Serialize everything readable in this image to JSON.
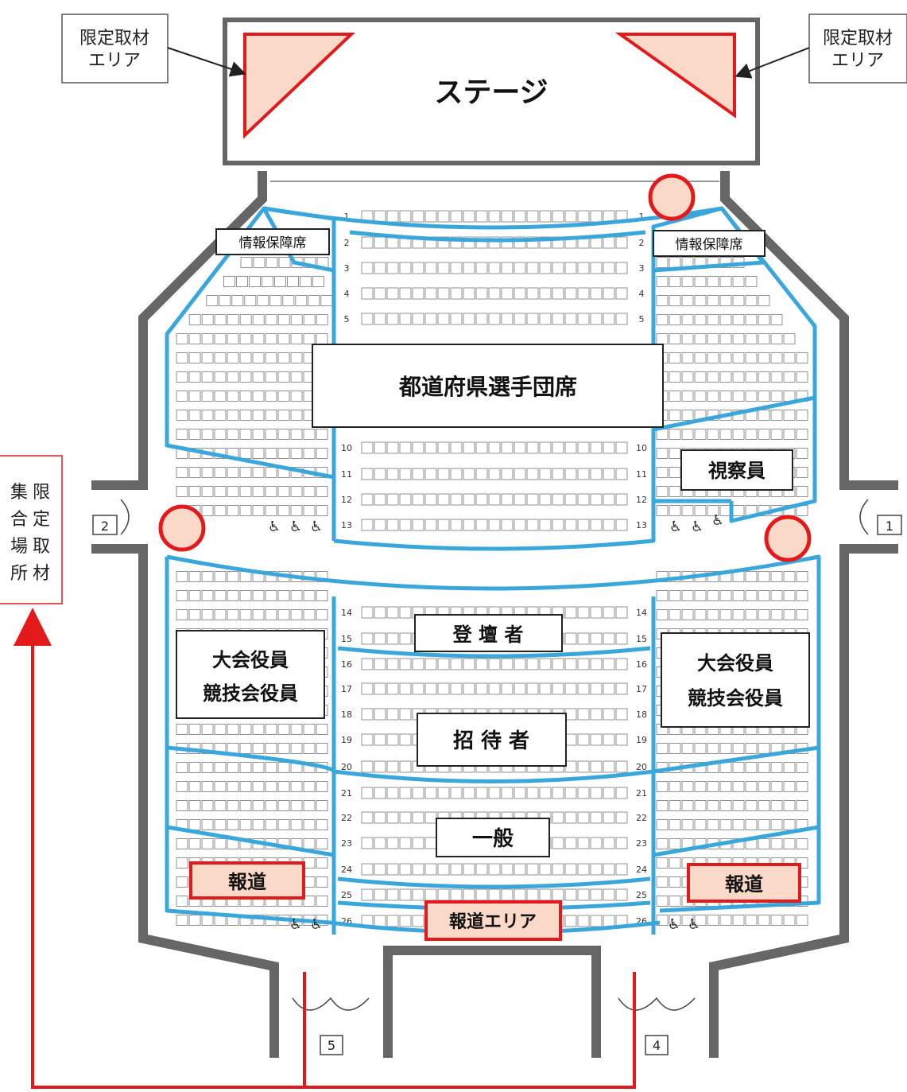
{
  "stage": {
    "label": "ステージ"
  },
  "limited_area": {
    "left": [
      "限定取材",
      "エリア"
    ],
    "right": [
      "限定取材",
      "エリア"
    ]
  },
  "gathering": {
    "chars": [
      "集",
      "合",
      "場",
      "所",
      "限",
      "定",
      "取",
      "材"
    ]
  },
  "zones": {
    "prefecture": "都道府県選手団席",
    "info_left": "情報保障席",
    "info_right": "情報保障席",
    "observers": "視察員",
    "speakers": "登 壇 者",
    "officials_left": [
      "大会役員",
      "競技会役員"
    ],
    "officials_right": [
      "大会役員",
      "競技会役員"
    ],
    "invited": "招 待 者",
    "general": "一般",
    "press_left": "報道",
    "press_right": "報道",
    "press_area": "報道エリア"
  },
  "rows": {
    "left": [
      "1",
      "2",
      "3",
      "4",
      "5",
      "10",
      "11",
      "12",
      "13",
      "14",
      "15",
      "16",
      "17",
      "18",
      "19",
      "20",
      "21",
      "22",
      "23",
      "24",
      "25",
      "26"
    ],
    "right": [
      "1",
      "2",
      "3",
      "4",
      "5",
      "10",
      "11",
      "12",
      "13",
      "14",
      "15",
      "16",
      "17",
      "18",
      "19",
      "20",
      "21",
      "22",
      "23",
      "24",
      "25",
      "26"
    ]
  },
  "doors": {
    "d1": "1",
    "d2": "2",
    "d4": "4",
    "d5": "5"
  },
  "colors": {
    "zone_border": "#3aa7dc",
    "press": "#e31a1c",
    "press_fill": "#fbd9c8",
    "wall": "#666666"
  }
}
